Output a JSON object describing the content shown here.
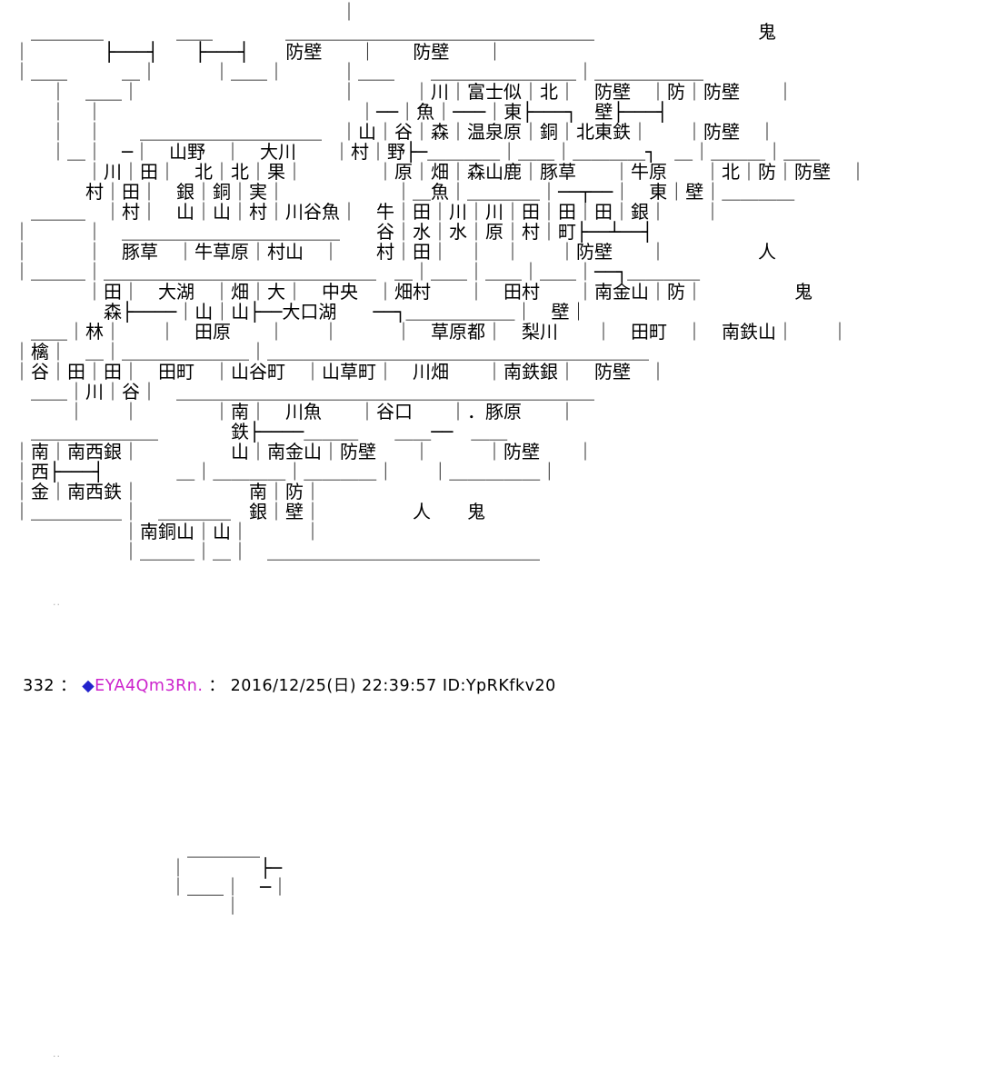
{
  "page": {
    "background_color": "#ffffff",
    "text_color": "#000000"
  },
  "post": {
    "number": "332",
    "separator1": " ： ",
    "tripcode_diamond": "◆",
    "tripcode": "EYA4Qm3Rn.",
    "separator2": " ： ",
    "datetime": "2016/12/25(日) 22:39:57",
    "user_id": "ID:YpRKfkv20",
    "diamond_color": "#2222cc",
    "tripcode_color": "#cc22cc"
  },
  "ascii_map": {
    "description": "large ASCII-art territory map with Japanese place-name rooms",
    "corner_marks": [
      "鬼",
      "人",
      "鬼",
      "人",
      "鬼"
    ],
    "room_labels": [
      "防壁",
      "川",
      "富士似",
      "北",
      "防",
      "魚",
      "東",
      "壁",
      "山野",
      "大川",
      "山",
      "谷",
      "森",
      "温泉原",
      "銅",
      "北東鉄",
      "村",
      "野",
      "川村",
      "田田村",
      "北銀山",
      "北銅山",
      "果実村",
      "川谷魚",
      "原",
      "畑",
      "森山鹿",
      "豚草",
      "牛原",
      "北東銀",
      "牛",
      "田谷",
      "川水村",
      "川水田",
      "田原",
      "田村",
      "田町",
      "豚草",
      "牛草原",
      "村山",
      "田森",
      "大湖",
      "畑山",
      "大山",
      "中央",
      "畑村",
      "南金山",
      "大口湖",
      "草原都",
      "梨川",
      "南鉄山",
      "林檎谷",
      "山谷町",
      "山草町",
      "川畑",
      "南鉄銀",
      "田川",
      "谷",
      "南鉄山",
      "川魚",
      "谷口",
      "豚原",
      "南西金",
      "南西銀",
      "南西鉄",
      "南金山",
      "南銀",
      "防壁",
      "南銅山"
    ],
    "lines": [
      "　　　　　　　　　　　　　　　　　　｜",
      "　＿＿＿＿　　　　＿＿　　　　＿＿＿＿＿＿＿＿＿＿＿＿＿＿＿＿＿　　　　　　　　　鬼",
      "｜　　　　├───┤　　├───┤　　防壁　　｜　　防壁　　｜",
      "｜＿＿　　　＿｜　　　｜＿＿｜　　　｜＿＿　　＿＿＿＿＿＿＿＿｜＿＿＿＿＿＿",
      "　　｜　＿＿｜　　　　　　　　　　　｜　　　｜川｜富士似｜北｜　防壁　｜防｜防壁　　｜",
      "　　｜　｜　　　　　　　　　　　　　　｜──｜魚｜───｜東├───┐　壁├───┤",
      "　　｜　｜　　＿＿＿＿＿＿＿＿＿＿　｜山｜谷｜森｜温泉原｜銅｜北東鉄｜　　｜防壁　｜",
      "　　｜＿｜　─｜　山野　｜　大川　　｜村｜野├─＿＿＿＿｜＿＿｜＿＿＿＿┐　＿｜＿＿＿｜＿＿",
      "　　　　｜川｜田｜　北｜北｜果｜　　　　｜原｜畑｜森山鹿｜豚草　　｜牛原　　｜北｜防｜防壁　｜",
      "　　　　村｜田｜　銀｜銅｜実｜　　　　　　｜＿魚｜＿＿＿＿｜──┬──｜　東｜壁｜＿＿＿＿",
      "　＿＿＿　｜村｜　山｜山｜村｜川谷魚｜　牛｜田｜川｜川｜田｜田｜田｜銀｜　　｜",
      "｜　　　｜　＿＿＿＿＿＿＿＿＿＿＿＿　　谷｜水｜水｜原｜村｜町├──┴──┤",
      "｜　　　｜　豚草　｜牛草原｜村山　｜　　村｜田｜　｜　｜　　｜防壁　　｜　　　　　人",
      "｜＿＿＿｜＿＿＿＿＿＿＿＿＿＿＿＿＿＿＿　＿｜＿＿｜＿＿｜＿＿｜──┐＿＿＿＿",
      "　　　　｜田｜　大湖　｜畑｜大｜　中央　｜畑村　　｜　田村　　｜南金山｜防｜　　　　　鬼",
      "　　　　　森├────｜山｜山├──大口湖　　──┐＿＿＿＿＿＿｜　壁｜",
      "　＿＿｜林｜　　｜　田原　　｜　　｜　　　｜　草原都｜　梨川　　｜　田町　｜　南鉄山｜　　｜",
      "｜檎｜　＿｜＿＿＿＿＿＿＿｜＿＿＿＿＿＿＿＿＿＿＿＿＿＿＿＿＿＿＿＿＿",
      "｜谷｜田｜田｜　田町　｜山谷町　｜山草町｜　川畑　　｜南鉄銀｜　防壁　｜",
      "　＿＿｜川｜谷｜　＿＿＿＿＿＿＿＿＿＿＿＿＿＿＿＿＿＿＿＿＿＿＿",
      "　　　｜　　｜　　　　｜南｜　川魚　　｜谷口　　｜．豚原　　｜",
      "　＿＿＿＿＿＿＿　　　　鉄├────＿＿＿　　＿＿──　＿＿",
      "｜南｜南西銀｜　　　　　山｜南金山｜防壁　　｜　　　｜防壁　　｜",
      "｜西├───┤　　　　＿｜＿＿＿＿｜＿＿＿＿｜　　｜＿＿＿＿＿｜",
      "｜金｜南西鉄｜　　　　　　南｜防｜",
      "｜＿＿＿＿＿｜　＿＿＿＿　銀｜壁｜　　　　　人　　鬼",
      "　　　　　　｜南銅山｜山｜　　　｜",
      "　　　　　　｜＿＿＿｜＿｜　＿＿＿＿＿＿＿＿＿＿＿＿＿＿＿"
    ]
  },
  "mini_map": {
    "description": "small partially-drawn ASCII box below the post",
    "lines": [
      "　＿＿＿＿",
      "｜　　　　├─",
      "｜＿＿｜　─｜",
      "　　　｜"
    ]
  },
  "artifacts": {
    "dots_top": "..",
    "dots_bottom": ".."
  }
}
